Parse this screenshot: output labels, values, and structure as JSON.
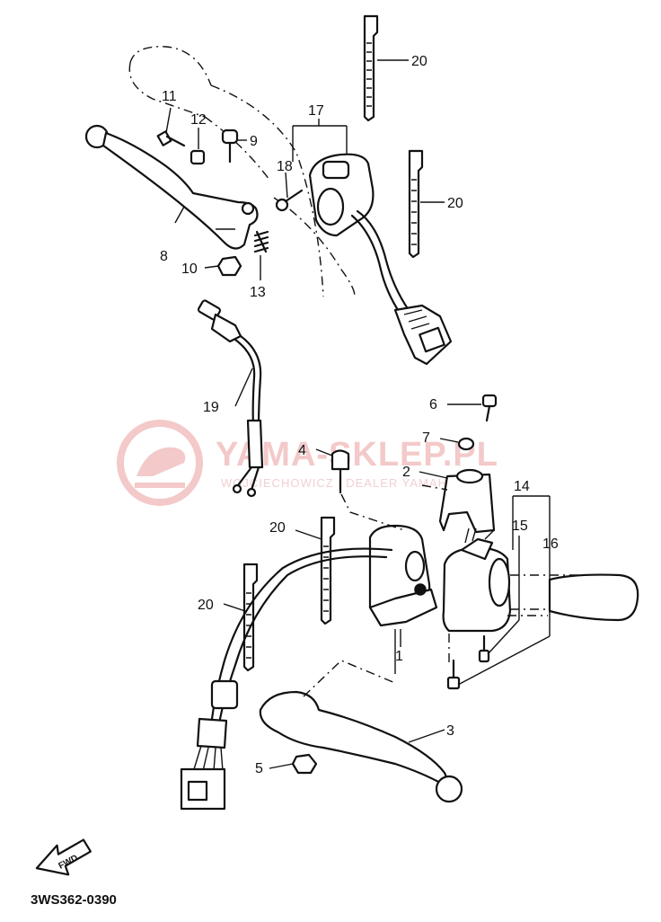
{
  "diagram": {
    "callouts": {
      "c1": "1",
      "c2": "2",
      "c3": "3",
      "c4": "4",
      "c5": "5",
      "c6": "6",
      "c7": "7",
      "c8": "8",
      "c9": "9",
      "c10": "10",
      "c11": "11",
      "c12": "12",
      "c13": "13",
      "c14": "14",
      "c15": "15",
      "c16": "16",
      "c17": "17",
      "c18": "18",
      "c19": "19",
      "c20a": "20",
      "c20b": "20",
      "c20c": "20",
      "c20d": "20"
    },
    "fwd_label": "FWD",
    "drawing_code": "3WS362-0390"
  },
  "watermark": {
    "title": "YAMA-SKLEP.PL",
    "subtitle": "WOJCIECHOWICZ | DEALER YAMAHA",
    "color": "#f2c4c4"
  }
}
